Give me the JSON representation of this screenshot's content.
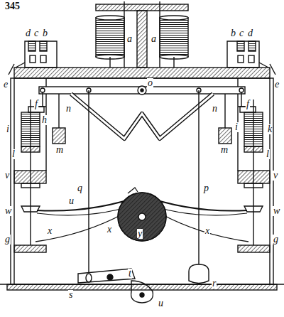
{
  "diagram": {
    "labels": [
      "345",
      "a",
      "a",
      "d",
      "c",
      "b",
      "b",
      "c",
      "d",
      "e",
      "e",
      "o",
      "f",
      "f",
      "i",
      "h",
      "i",
      "k",
      "l",
      "l",
      "m",
      "m",
      "n",
      "n",
      "q",
      "p",
      "v",
      "v",
      "u",
      "w",
      "w",
      "y",
      "x",
      "x",
      "x",
      "g",
      "g",
      "s",
      "t",
      "u",
      "r"
    ]
  }
}
